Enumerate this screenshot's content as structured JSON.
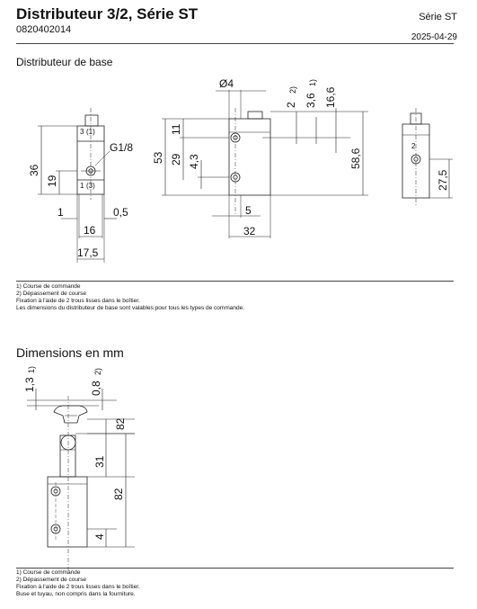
{
  "header": {
    "title": "Distributeur 3/2, Série ST",
    "code": "0820402014",
    "series": "Série ST",
    "date": "2025-04-29"
  },
  "section1": {
    "heading": "Distributeur de base",
    "labels": {
      "port_top": "3",
      "port_top_alt": "(1)",
      "port_bottom": "1",
      "port_bottom_alt": "(3)",
      "thread": "G1/8",
      "dim_36": "36",
      "dim_19": "19",
      "dim_1": "1",
      "dim_0_5": "0,5",
      "dim_16": "16",
      "dim_17_5": "17,5",
      "dim_d4": "Ø4",
      "dim_2_2": "2",
      "dim_3_6": "3,6",
      "dim_16_6": "16,6",
      "dim_53": "53",
      "dim_11": "11",
      "dim_29": "29",
      "dim_4_3": "4,3",
      "dim_58_6": "58,6",
      "dim_5": "5",
      "dim_32": "32",
      "port_side": "2",
      "dim_27_5": "27,5",
      "sup_1": "1)",
      "sup_2": "2)"
    },
    "notes": [
      "1) Course de commande",
      "2) Dépassement de course",
      "Fixation à l'aide de 2 trous lisses dans le boîtier.",
      "Les dimensions du distributeur de base sont valables pour tous les types de commande."
    ]
  },
  "section2": {
    "heading": "Dimensions en mm",
    "labels": {
      "dim_1_3": "1,3",
      "dim_0_8": "0,8",
      "dim_82a": "82",
      "dim_31": "31",
      "dim_82b": "82",
      "dim_4": "4",
      "sup_1": "1)",
      "sup_2": "2)"
    },
    "notes": [
      "1) Course de commande",
      "2) Dépassement de course",
      "Fixation à l'aide de 2 trous lisses dans le boîtier.",
      "Buse et tuyau, non compris dans la fourniture."
    ]
  }
}
